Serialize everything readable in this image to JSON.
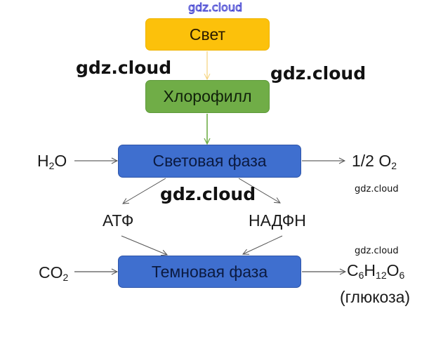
{
  "diagram": {
    "nodes": {
      "light": "Свет",
      "chlorophyll": "Хлорофилл",
      "light_phase": "Световая фаза",
      "dark_phase": "Темновая фаза"
    },
    "inputs": {
      "water": {
        "base": "H",
        "sub": "2",
        "tail": "O"
      },
      "co2": {
        "base": "CO",
        "sub": "2"
      }
    },
    "outputs": {
      "oxygen": {
        "base": "1/2 O",
        "sub": "2"
      },
      "atp": "АТФ",
      "nadph": "НАДФН",
      "glucose": {
        "c": "C",
        "c_sub": "6",
        "h": "H",
        "h_sub": "12",
        "o": "O",
        "o_sub": "6",
        "name": "(глюкоза)"
      }
    },
    "colors": {
      "light": "#fcc10b",
      "chlorophyll": "#70ad47",
      "phase": "#3f6fcf"
    }
  },
  "watermarks": {
    "top": "gdz.cloud",
    "left": "gdz.cloud",
    "right": "gdz.cloud",
    "center": "gdz.cloud",
    "small_right": "gdz.cloud",
    "small_bottom": "gdz.cloud"
  }
}
